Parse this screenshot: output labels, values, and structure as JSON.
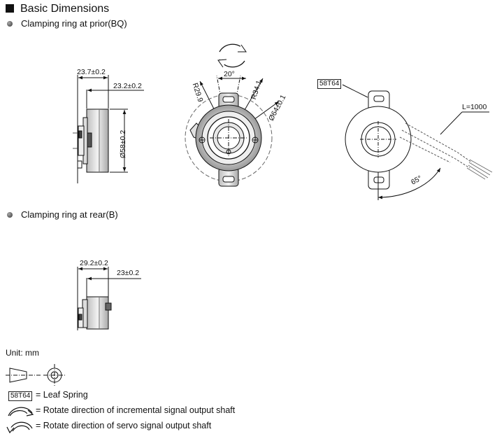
{
  "heading": "Basic Dimensions",
  "sections": {
    "prior": "Clamping ring at prior(BQ)",
    "rear": "Clamping ring at rear(B)"
  },
  "dims_prior": {
    "overall_width": "23.7±0.2",
    "body_width": "23.2±0.2",
    "diameter": "Ø58±0.2"
  },
  "dims_front": {
    "angle_top": "20°",
    "radius_small": "R29.9",
    "radius_large": "R34.1",
    "outer_diameter": "Ø64±0.1"
  },
  "dims_back": {
    "part_code": "58T64",
    "cable_length": "L=1000",
    "cable_angle": "65°"
  },
  "dims_rear": {
    "overall_width": "29.2±0.2",
    "body_width": "23±0.2"
  },
  "legend": {
    "unit": "Unit: mm",
    "leaf_spring_code": "58T64",
    "leaf_spring_text": "= Leaf Spring",
    "incremental_text": "= Rotate direction of incremental signal output shaft",
    "servo_text": "= Rotate direction of servo signal output shaft"
  }
}
